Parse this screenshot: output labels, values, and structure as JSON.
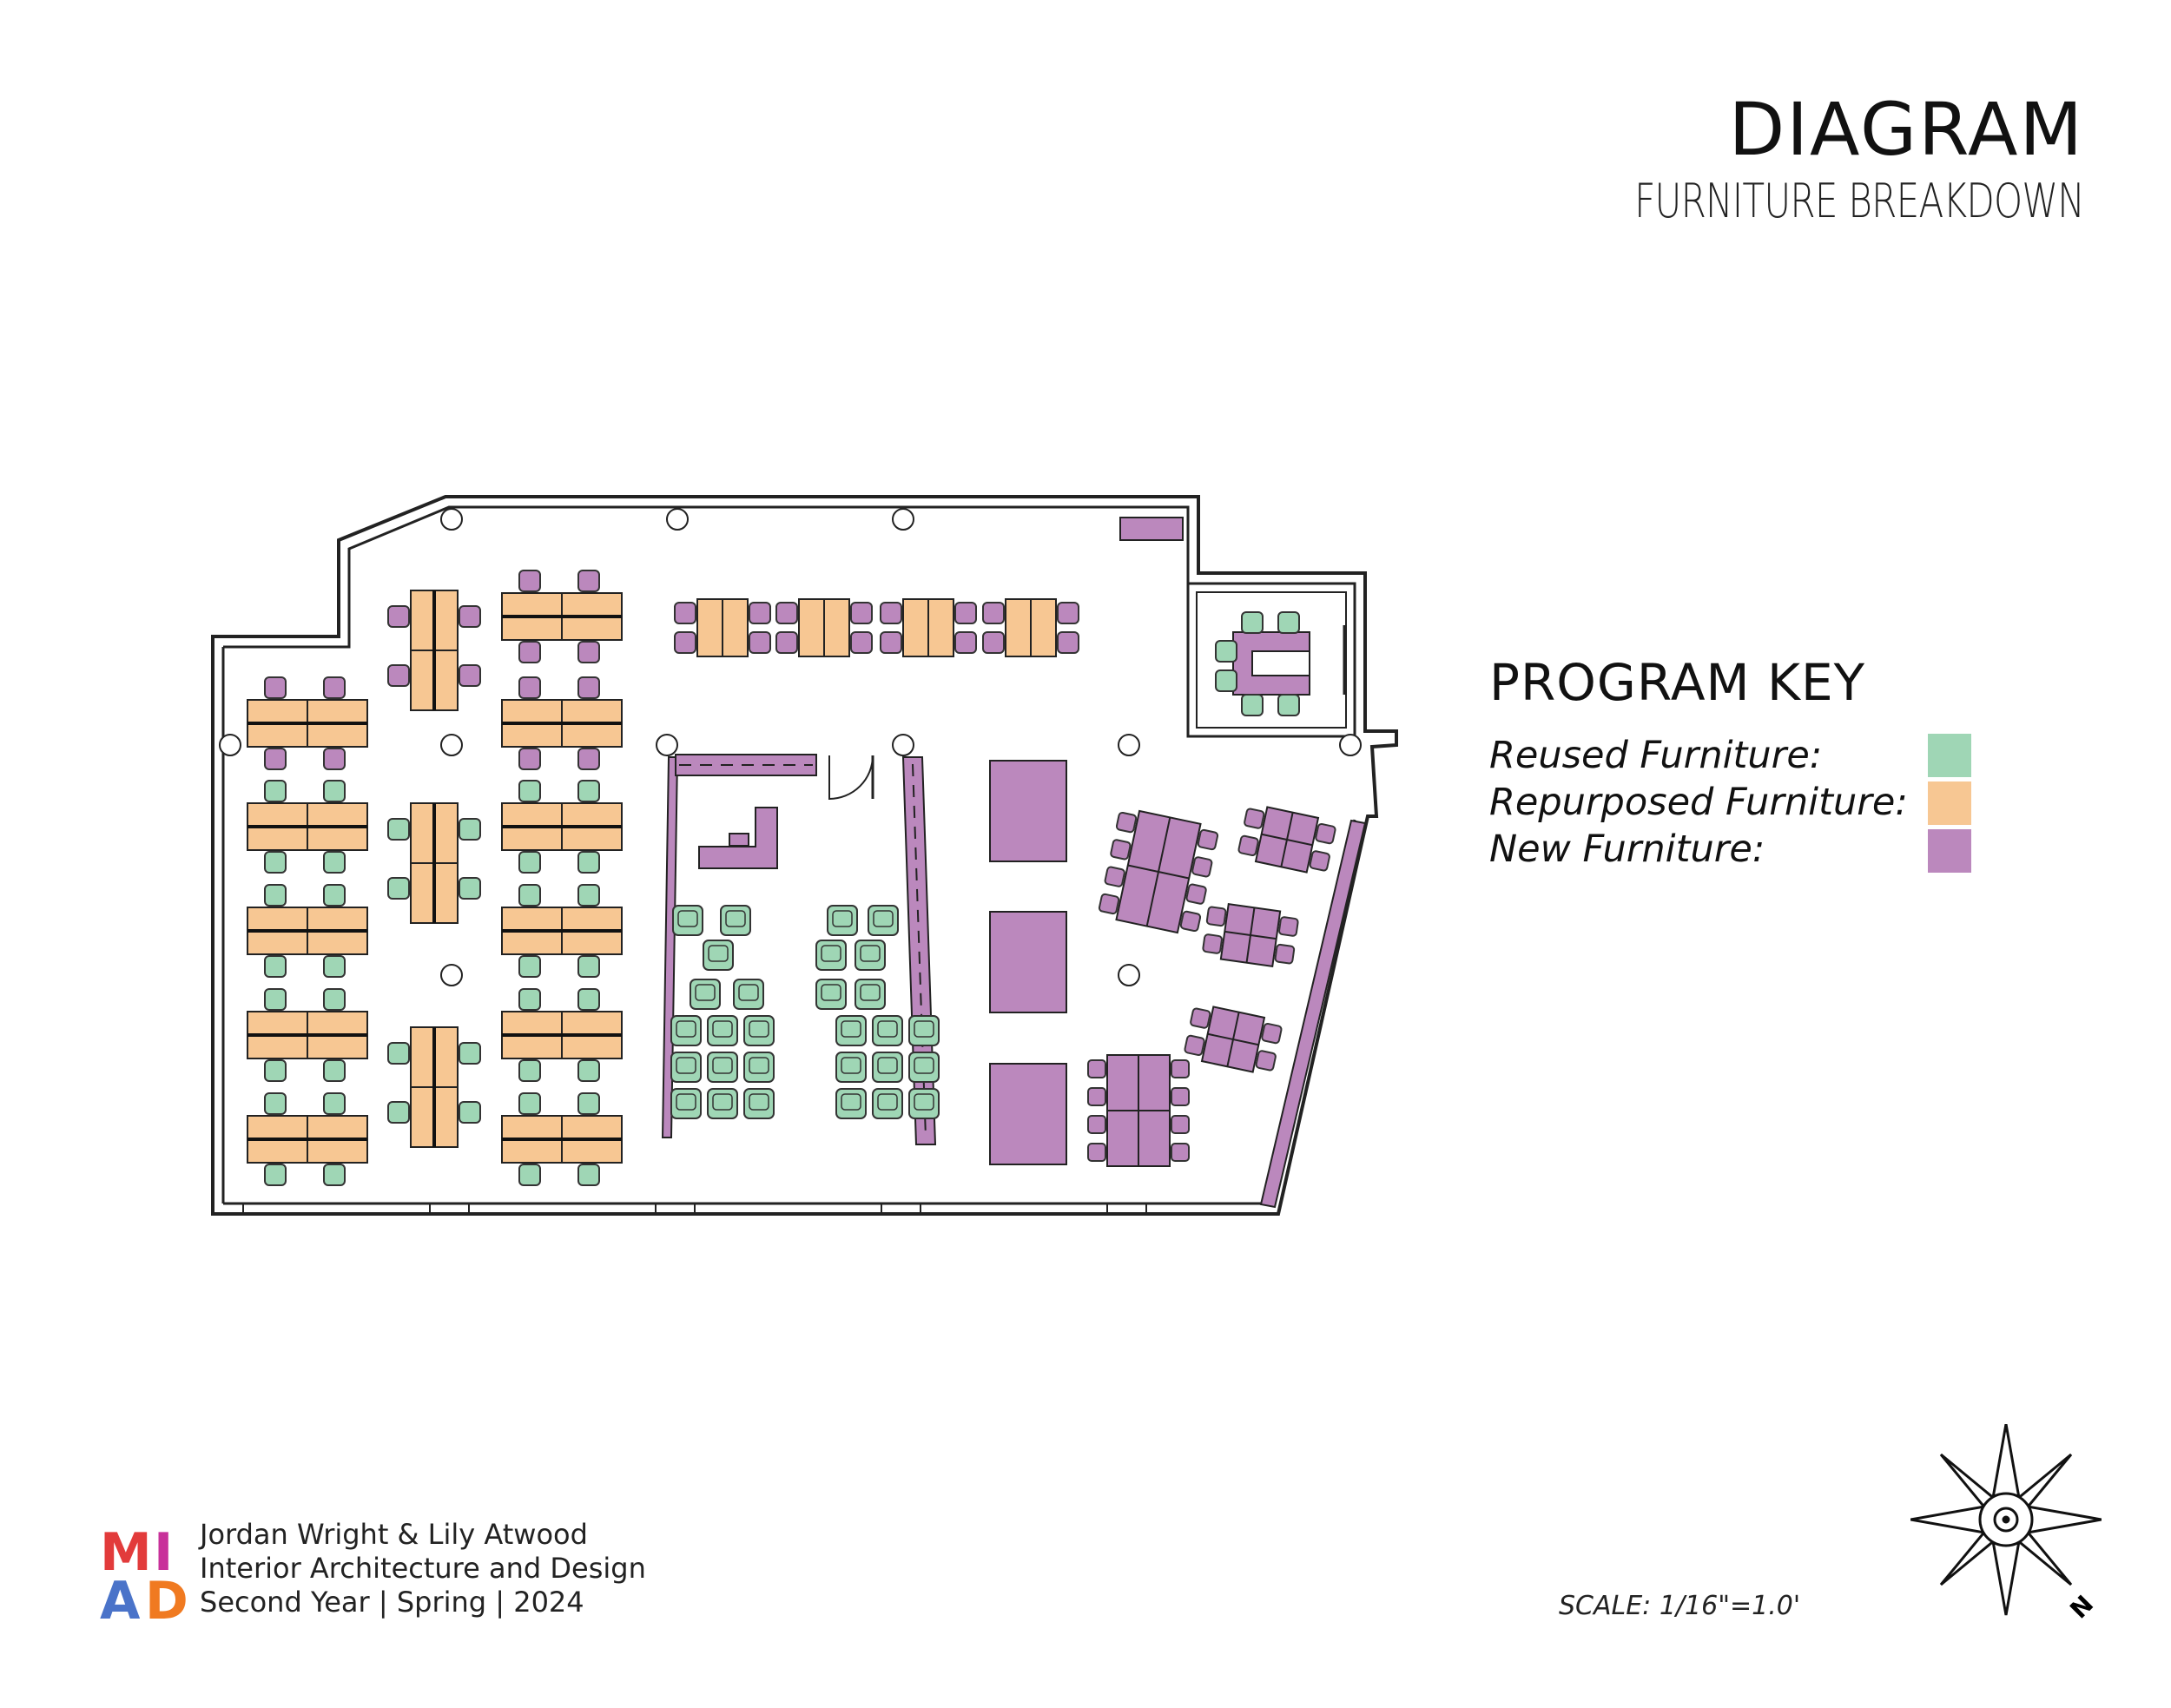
{
  "header": {
    "title": "DIAGRAM",
    "subtitle": "FURNITURE BREAKDOWN"
  },
  "colors": {
    "reused": "#9fd6b5",
    "repurposed": "#f7c793",
    "new": "#bb88bd",
    "wall": "#222222"
  },
  "program_key": {
    "title": "PROGRAM KEY",
    "items": [
      {
        "label": "Reused Furniture:",
        "color": "#9fd6b5"
      },
      {
        "label": "Repurposed Furniture:",
        "color": "#f7c793"
      },
      {
        "label": "New Furniture:",
        "color": "#bb88bd"
      }
    ]
  },
  "credits": {
    "logo_letters": [
      "M",
      "I",
      "A",
      "D"
    ],
    "names": "Jordan Wright & Lily Atwood",
    "program": "Interior Architecture and Design",
    "term": "Second Year | Spring |  2024"
  },
  "scale": "SCALE: 1/16\"=1.0'",
  "compass_icon": "north-arrow-compass-icon",
  "compass_label": "N"
}
